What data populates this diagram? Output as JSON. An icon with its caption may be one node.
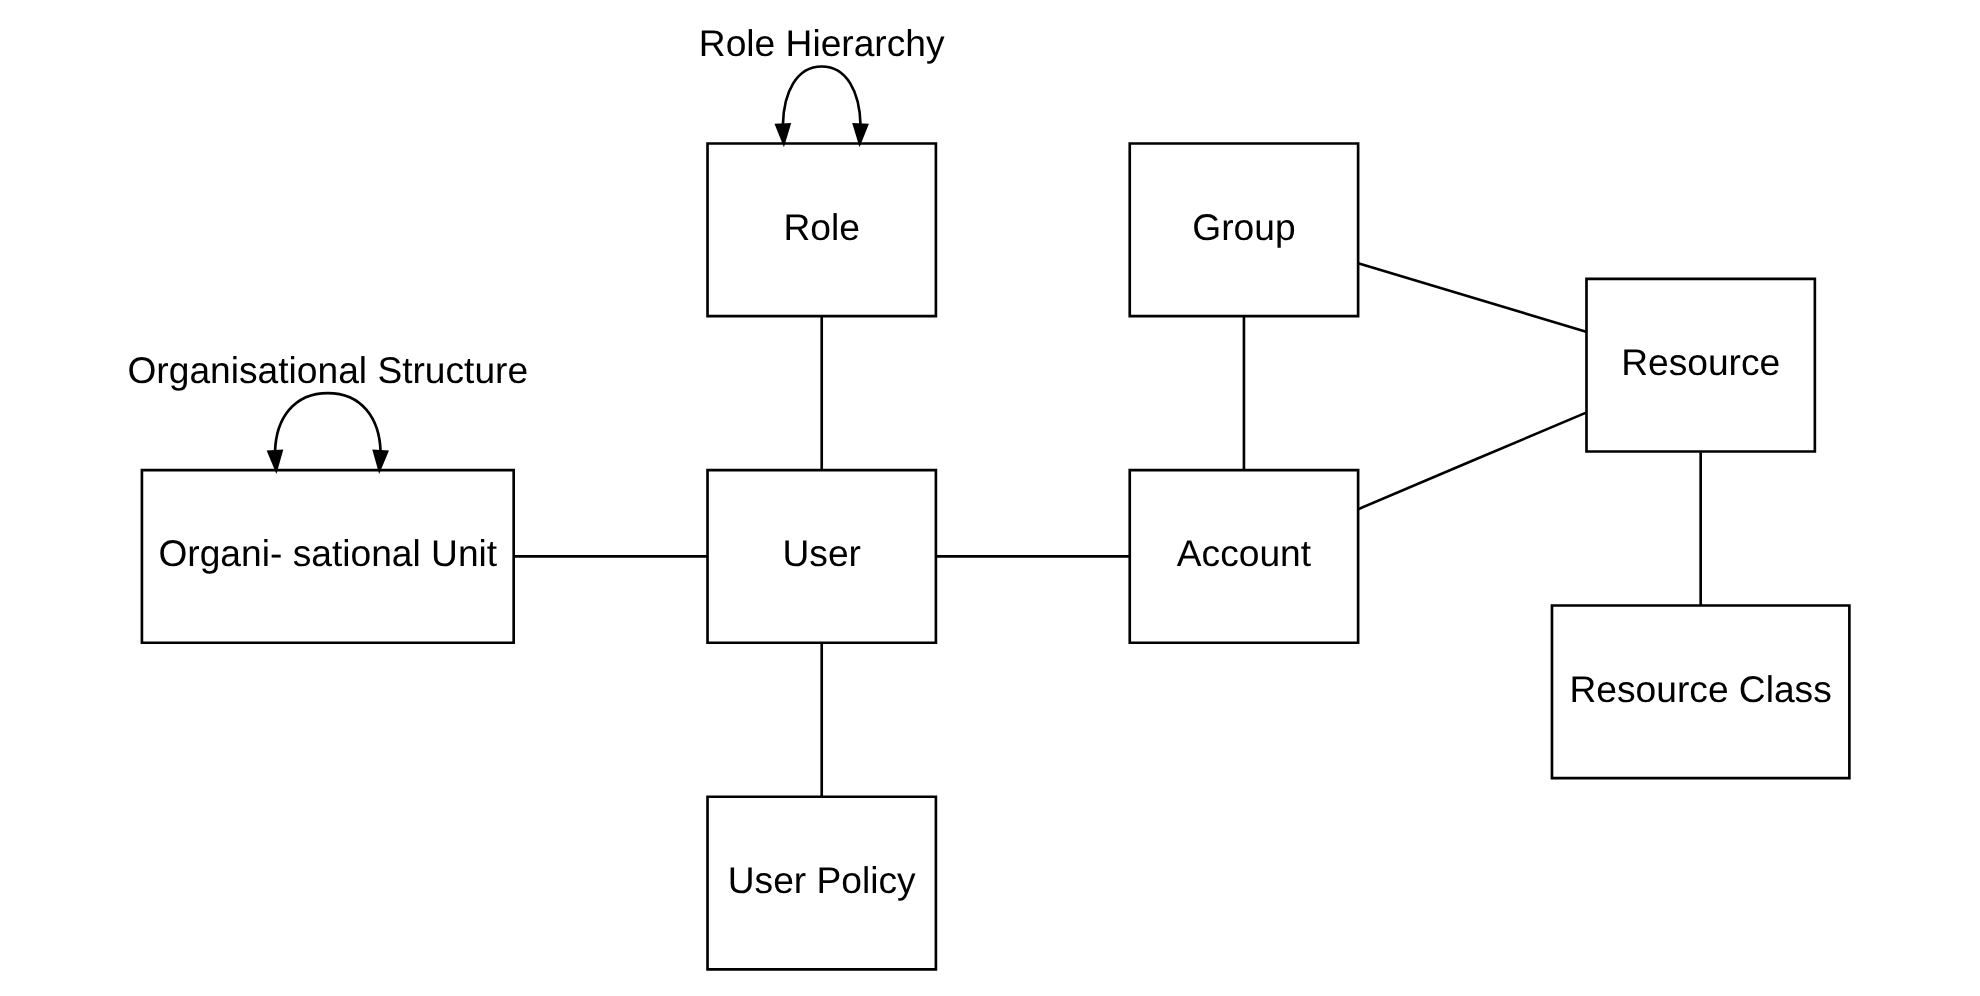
{
  "diagram": {
    "nodes": [
      {
        "text": [
          "Organi- sational Unit"
        ]
      },
      {
        "text": [
          "Role"
        ]
      },
      {
        "text": [
          "User"
        ]
      },
      {
        "text": [
          "User Policy"
        ]
      },
      {
        "text": [
          "Group"
        ]
      },
      {
        "text": [
          "Account"
        ]
      },
      {
        "text": [
          "Resource"
        ]
      },
      {
        "text": [
          "Resource Class"
        ]
      }
    ],
    "edges": [
      {
        "from": 0,
        "to": 0,
        "arrow": "both",
        "label": "Organisational Structure"
      },
      {
        "from": 1,
        "to": 1,
        "arrow": "both",
        "label": "Role Hierarchy"
      },
      {
        "from": 1,
        "to": 2,
        "arrow": "none"
      },
      {
        "from": 0,
        "to": 2,
        "arrow": "none"
      },
      {
        "from": 2,
        "to": 3,
        "arrow": "none"
      },
      {
        "from": 2,
        "to": 5,
        "arrow": "none"
      },
      {
        "from": 4,
        "to": 5,
        "arrow": "none"
      },
      {
        "from": 4,
        "to": 6,
        "arrow": "none"
      },
      {
        "from": 5,
        "to": 6,
        "arrow": "none"
      },
      {
        "from": 6,
        "to": 7,
        "arrow": "none"
      }
    ]
  }
}
